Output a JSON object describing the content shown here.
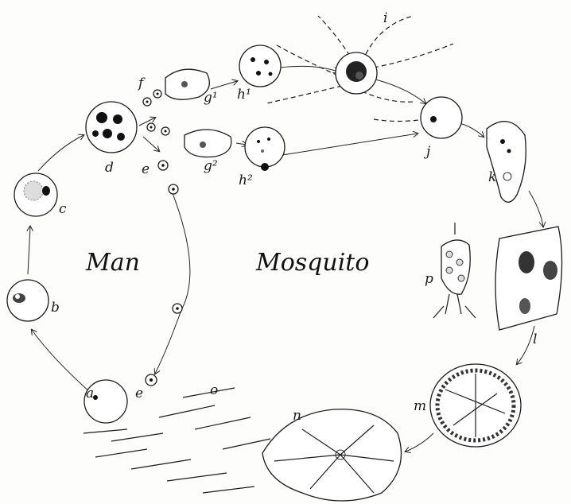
{
  "labels": {
    "man": "Man",
    "mosquito": "Mosquito",
    "a": "a",
    "b": "b",
    "c": "c",
    "d": "d",
    "e_upper": "e",
    "e_lower": "e",
    "f": "f",
    "g1": "g¹",
    "g2": "g²",
    "h1": "h¹",
    "h2": "h²",
    "i": "i",
    "j": "j",
    "k": "k",
    "l": "l",
    "m": "m",
    "n": "n",
    "o": "o",
    "p": "p"
  }
}
